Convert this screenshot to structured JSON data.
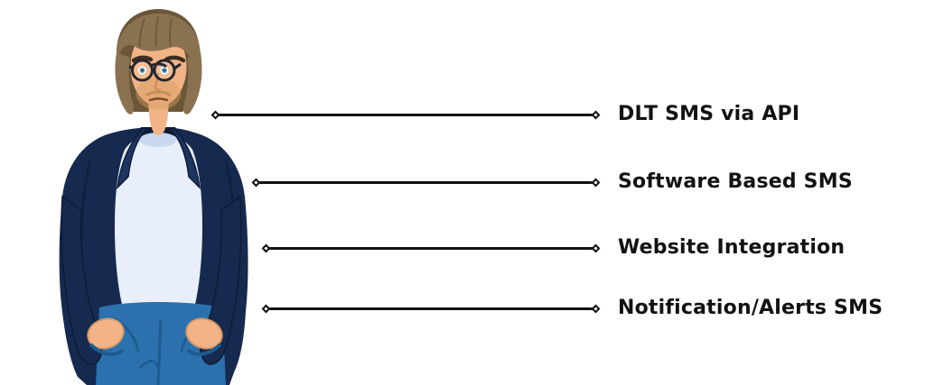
{
  "page": {
    "background": "#ffffff"
  },
  "illustration": {
    "description": "cartoon man with shaggy brown hair, round glasses, stubble, navy open blazer over light t-shirt, blue jeans, hands in pockets",
    "colors": {
      "skin": "#f2b486",
      "skin_shadow": "#e09a63",
      "hair": "#8a7150",
      "hair_dark": "#6b5638",
      "jacket": "#16294e",
      "jacket_dark": "#0d1b38",
      "jacket_light": "#1d3560",
      "shirt": "#e9effa",
      "shirt_shadow": "#c7d8ef",
      "jeans": "#2a71ae",
      "jeans_dark": "#1d5a8f",
      "glasses": "#26262e",
      "eyes": "#3f97cf",
      "brow": "#3a2e1e",
      "beard": "#d49b62",
      "mustache": "#b98a55",
      "nose": "#cf8f5d",
      "mouth": "#7d4a2a",
      "hand_outline": "#d89a66"
    }
  },
  "diagram": {
    "line_color": "#111111",
    "text_color": "#121212",
    "items": [
      {
        "label": "DLT SMS via API"
      },
      {
        "label": "Software Based SMS"
      },
      {
        "label": "Website Integration"
      },
      {
        "label": "Notification/Alerts SMS"
      }
    ]
  }
}
